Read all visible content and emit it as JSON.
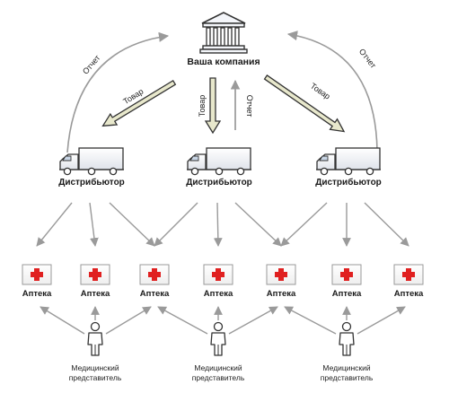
{
  "company": {
    "label": "Ваша компания",
    "icon": "bank-building-icon"
  },
  "flows": {
    "goods": "Товар",
    "report": "Отчет"
  },
  "distributors": [
    {
      "label": "Дистрибьютор",
      "icon": "truck-icon"
    },
    {
      "label": "Дистрибьютор",
      "icon": "truck-icon"
    },
    {
      "label": "Дистрибьютор",
      "icon": "truck-icon"
    }
  ],
  "pharmacies": [
    {
      "label": "Аптека",
      "icon": "red-cross-icon"
    },
    {
      "label": "Аптека",
      "icon": "red-cross-icon"
    },
    {
      "label": "Аптека",
      "icon": "red-cross-icon"
    },
    {
      "label": "Аптека",
      "icon": "red-cross-icon"
    },
    {
      "label": "Аптека",
      "icon": "red-cross-icon"
    },
    {
      "label": "Аптека",
      "icon": "red-cross-icon"
    },
    {
      "label": "Аптека",
      "icon": "red-cross-icon"
    }
  ],
  "representatives": [
    {
      "line1": "Медицинский",
      "line2": "представитель",
      "icon": "person-icon"
    },
    {
      "line1": "Медицинский",
      "line2": "представитель",
      "icon": "person-icon"
    },
    {
      "line1": "Медицинский",
      "line2": "представитель",
      "icon": "person-icon"
    }
  ],
  "colors": {
    "arrow_gray": "#9a9a9a",
    "arrow_dark": "#555555",
    "goods_arrow_fill": "#e8e8cc",
    "cross_red": "#e02020",
    "truck_fill": "#f0f2f6"
  }
}
